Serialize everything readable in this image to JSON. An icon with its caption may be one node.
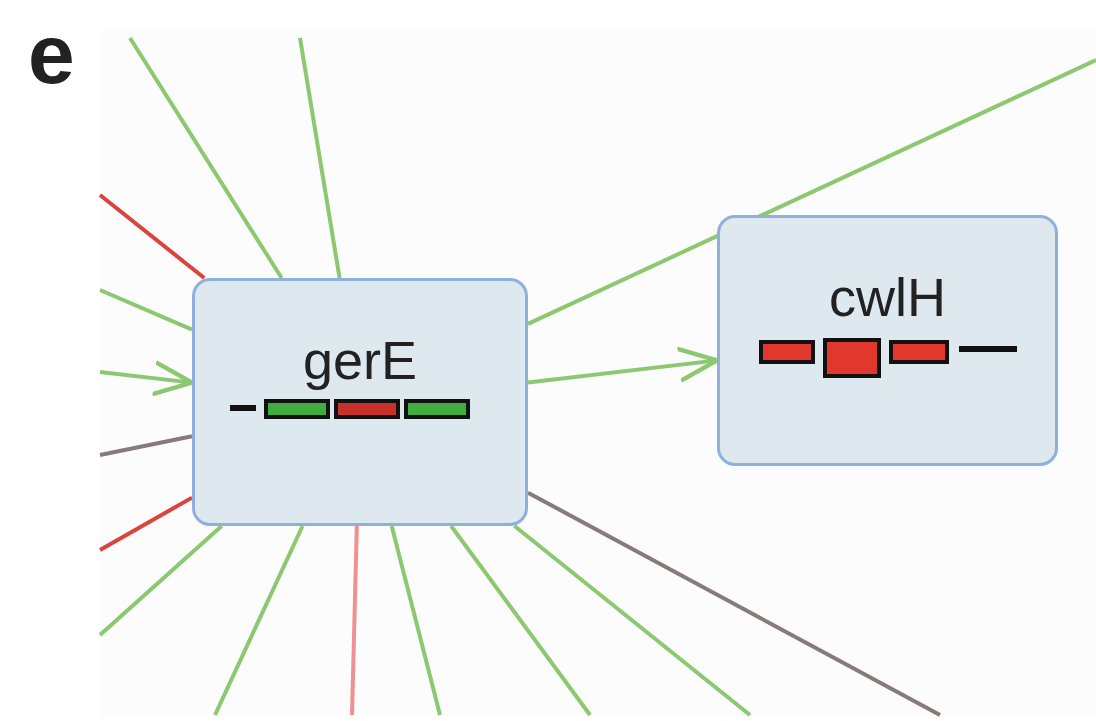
{
  "diagram": {
    "nodes": [
      {
        "text": [
          "gerE"
        ]
      },
      {
        "text": [
          "cwlH"
        ]
      }
    ],
    "edges": [
      {
        "from": 0,
        "to": 1,
        "arrow": "to"
      },
      {
        "from": 0,
        "to": null,
        "arrow": "none"
      },
      {
        "from": 0,
        "to": null,
        "arrow": "none"
      },
      {
        "from": 0,
        "to": null,
        "arrow": "none",
        "color": "#d9443c"
      },
      {
        "from": 0,
        "to": null,
        "arrow": "none"
      },
      {
        "from": null,
        "to": 0,
        "arrow": "to"
      },
      {
        "from": 0,
        "to": null,
        "arrow": "none",
        "color": "#877a7a"
      },
      {
        "from": 0,
        "to": null,
        "arrow": "none",
        "color": "#d9443c"
      },
      {
        "from": 0,
        "to": null,
        "arrow": "none"
      },
      {
        "from": 0,
        "to": null,
        "arrow": "none"
      },
      {
        "from": 0,
        "to": null,
        "arrow": "none",
        "color": "#f09090"
      },
      {
        "from": 0,
        "to": null,
        "arrow": "none"
      },
      {
        "from": 0,
        "to": null,
        "arrow": "none"
      },
      {
        "from": 0,
        "to": null,
        "arrow": "none"
      },
      {
        "from": 0,
        "to": null,
        "arrow": "none",
        "color": "#877a7a"
      },
      {
        "from": 0,
        "to": null,
        "arrow": "none"
      }
    ],
    "labels": [
      "e"
    ]
  }
}
